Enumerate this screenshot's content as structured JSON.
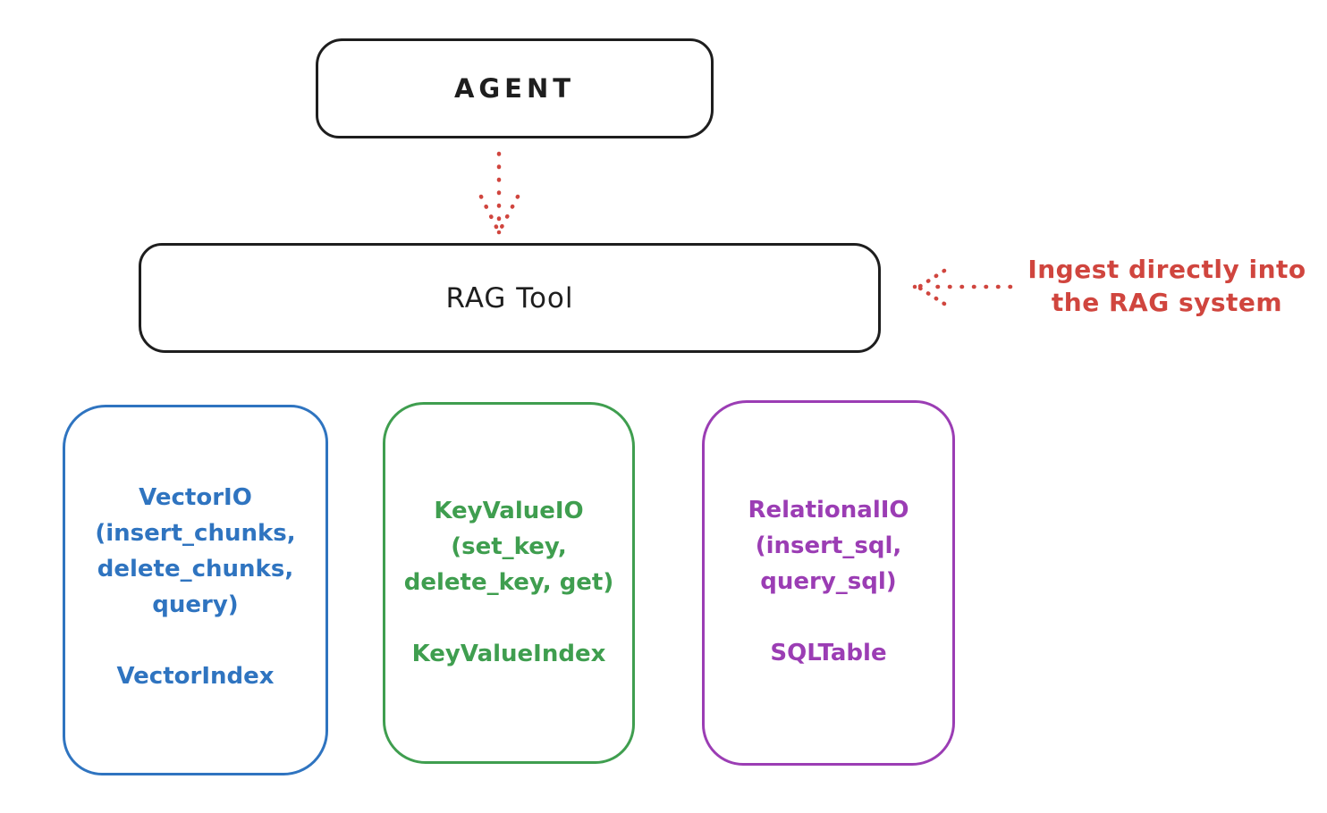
{
  "diagram": {
    "agent": {
      "label": "AGENT"
    },
    "rag_tool": {
      "label": "RAG Tool"
    },
    "annotation": {
      "line1": "Ingest directly into",
      "line2": "the RAG system"
    },
    "storage_boxes": [
      {
        "name": "vector-io",
        "color": "#2f74c0",
        "lines": [
          "VectorIO",
          "(insert_chunks,",
          "delete_chunks,",
          "query)",
          "",
          "VectorIndex"
        ]
      },
      {
        "name": "keyvalue-io",
        "color": "#3f9e4f",
        "lines": [
          "KeyValueIO",
          "(set_key,",
          "delete_key, get)",
          "",
          "KeyValueIndex"
        ]
      },
      {
        "name": "relational-io",
        "color": "#9b3db4",
        "lines": [
          "RelationalIO",
          "(insert_sql,",
          "query_sql)",
          "",
          "SQLTable"
        ]
      }
    ],
    "colors": {
      "stroke_black": "#1e1e1e",
      "accent_red": "#d0453e",
      "vector_blue": "#2f74c0",
      "keyvalue_green": "#3f9e4f",
      "relational_purple": "#9b3db4"
    }
  }
}
